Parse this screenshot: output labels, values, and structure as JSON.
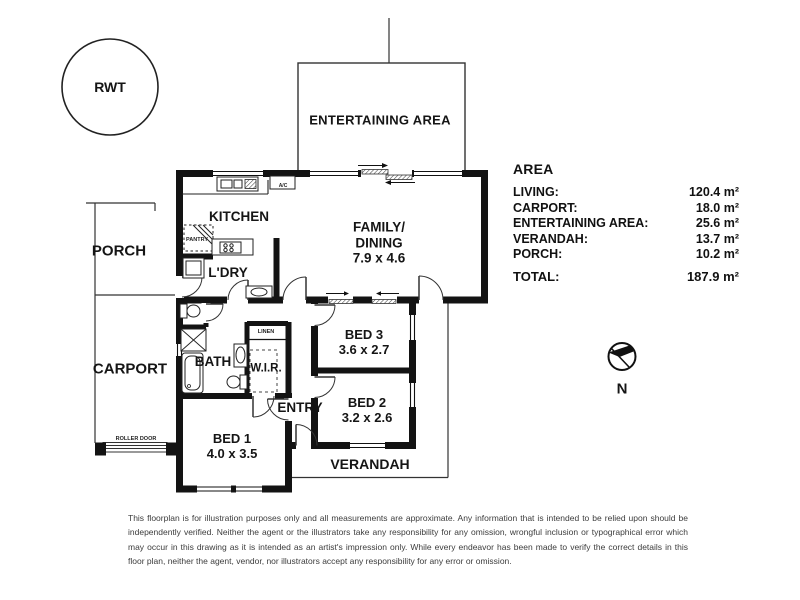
{
  "plan": {
    "rwt": "RWT",
    "north": "N",
    "labels": {
      "entertaining": "ENTERTAINING AREA",
      "kitchen": "KITCHEN",
      "porch": "PORCH",
      "ldry": "L'DRY",
      "carport": "CARPORT",
      "bath": "BATH",
      "wir": "W.I.R.",
      "entry": "ENTRY",
      "verandah": "VERANDAH",
      "linen": "LINEN",
      "pantry": "PANTRY",
      "ac": "A/C",
      "roller_door": "ROLLER DOOR"
    },
    "family": {
      "line1": "FAMILY/",
      "line2": "DINING",
      "dims": "7.9 x 4.6"
    },
    "bed1": {
      "name": "BED 1",
      "dims": "4.0 x 3.5"
    },
    "bed2": {
      "name": "BED 2",
      "dims": "3.2 x 2.6"
    },
    "bed3": {
      "name": "BED 3",
      "dims": "3.6 x 2.7"
    }
  },
  "legend": {
    "title": "AREA",
    "rows": [
      {
        "label": "LIVING:",
        "value": "120.4 m²"
      },
      {
        "label": "CARPORT:",
        "value": "18.0 m²"
      },
      {
        "label": "ENTERTAINING AREA:",
        "value": "25.6 m²"
      },
      {
        "label": "VERANDAH:",
        "value": "13.7 m²"
      },
      {
        "label": "PORCH:",
        "value": "10.2 m²"
      }
    ],
    "total": {
      "label": "TOTAL:",
      "value": "187.9 m²"
    }
  },
  "disclaimer": "This floorplan is for illustration purposes only and all measurements are approximate. Any information that is intended to be relied upon should be independently verified. Neither the agent or the illustrators take any responsibility for any omission, wrongful inclusion or typographical error which may occur in this drawing as it is intended as an artist's impression only. While every endeavor has been made to verify the correct details in this floor plan, neither the agent, vendor, nor illustrators accept any responsibility for any error or omission."
}
